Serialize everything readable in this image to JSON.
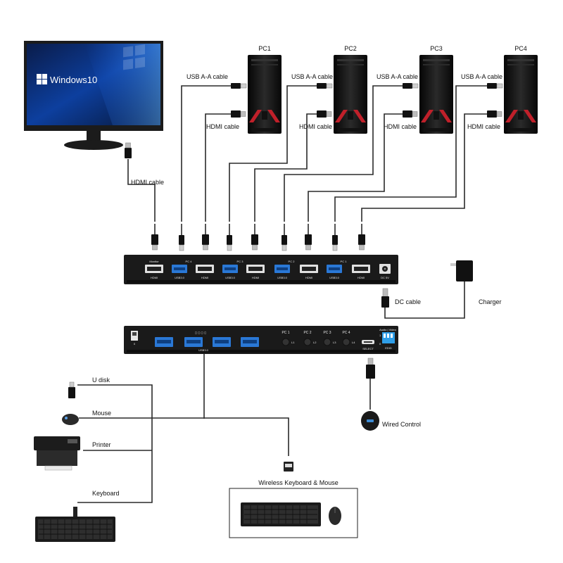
{
  "monitor": {
    "brand": "Windows10"
  },
  "pcs": [
    {
      "name": "PC1",
      "usb_label": "USB A-A cable",
      "hdmi_label": "HDMI cable"
    },
    {
      "name": "PC2",
      "usb_label": "USB A-A cable",
      "hdmi_label": "HDMI cable"
    },
    {
      "name": "PC3",
      "usb_label": "USB A-A cable",
      "hdmi_label": "HDMI cable"
    },
    {
      "name": "PC4",
      "usb_label": "USB A-A cable",
      "hdmi_label": "HDMI cable"
    }
  ],
  "monitor_cable_label": "HDMI cable",
  "back_panel": {
    "port_labels": {
      "monitor": "Monitor",
      "hdmi": "HDMI",
      "usb": "USB3.0",
      "pc4": "PC 4",
      "pc3": "PC 3",
      "pc2": "PC 2",
      "pc1": "PC 1",
      "dc": "DC 5V"
    }
  },
  "dc_cable_label": "DC cable",
  "charger_label": "Charger",
  "front_panel": {
    "usb_label": "USB3.0",
    "buttons": [
      "PC 1",
      "PC 2",
      "PC 3",
      "PC 4"
    ],
    "leds": [
      "L1",
      "L2",
      "L3",
      "L4"
    ],
    "select_label": "SELECT",
    "audio_video_label": "Audio | Video",
    "edid_label": "EDID",
    "switch_marks": [
      "1",
      "0"
    ]
  },
  "peripherals": {
    "udisk": "U disk",
    "mouse": "Mouse",
    "printer": "Printer",
    "keyboard": "Keyboard",
    "wireless": "Wireless Keyboard & Mouse"
  },
  "wired_control_label": "Wired Control"
}
